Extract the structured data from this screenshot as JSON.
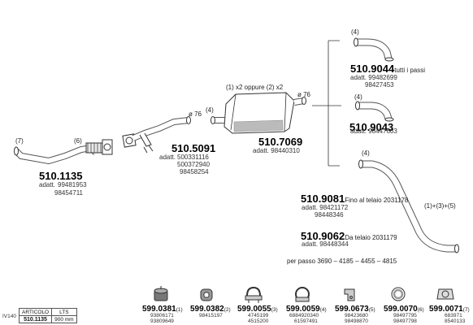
{
  "parts": {
    "p1": {
      "code": "510.1135",
      "pos": "(7)",
      "pos2": "(6)",
      "note_label": "adatt.",
      "note1": "99481953",
      "note2": "98454711"
    },
    "p2": {
      "code": "510.5091",
      "diam": "ø 76",
      "note_label": "adatt.",
      "note1": "500331116",
      "note2": "500372940",
      "note3": "98458254"
    },
    "p3": {
      "code": "510.7069",
      "pos": "(4)",
      "header": "(1) x2 oppure (2) x2",
      "diam": "ø 76",
      "note": "adatt. 98440310"
    },
    "p4": {
      "code": "510.9044",
      "pos": "(4)",
      "suffix": "tutti i passi",
      "note1": "adatt. 99482699",
      "note2": "98427453"
    },
    "p5": {
      "code": "510.9043",
      "pos": "(4)",
      "note": "adatt. 98447603"
    },
    "p6": {
      "pos": "(4)",
      "side": "(1)+(3)+(5)"
    },
    "p7": {
      "code": "510.9081",
      "suffix": "Fino al telaio 2031178",
      "note1": "adatt. 98421172",
      "note2": "98448346"
    },
    "p8": {
      "code": "510.9062",
      "suffix": "Da telaio 2031179",
      "note1": "adatt. 98448344"
    }
  },
  "wheelbase": "per passo  3690  –  4185  –    4455  –  4815",
  "accessories": [
    {
      "code": "599.0381",
      "pos": "(1)",
      "n1": "93806171",
      "n2": "93809649",
      "icon": "rubber-mount-icon"
    },
    {
      "code": "599.0382",
      "pos": "(2)",
      "n1": "98415197",
      "n2": "",
      "icon": "rubber-hanger-icon"
    },
    {
      "code": "599.0055",
      "pos": "(3)",
      "n1": "4745199",
      "n2": "4515200",
      "icon": "clamp-icon"
    },
    {
      "code": "599.0059",
      "pos": "(4)",
      "n1": "6884920340",
      "n2": "61597491",
      "icon": "band-clamp-icon"
    },
    {
      "code": "599.0673",
      "pos": "(5)",
      "n1": "98423680",
      "n2": "98498870",
      "icon": "bracket-icon"
    },
    {
      "code": "599.0070",
      "pos": "(6)",
      "n1": "98497795",
      "n2": "98497798",
      "icon": "gasket-ring-icon"
    },
    {
      "code": "599.0071",
      "pos": "(7)",
      "n1": "683971",
      "n2": "8540133",
      "icon": "flange-gasket-icon"
    }
  ],
  "table": {
    "side_label": "IV140",
    "h1": "ARTICOLO",
    "h2": "LTS",
    "v1": "510.1135",
    "v2": "900 mm"
  }
}
